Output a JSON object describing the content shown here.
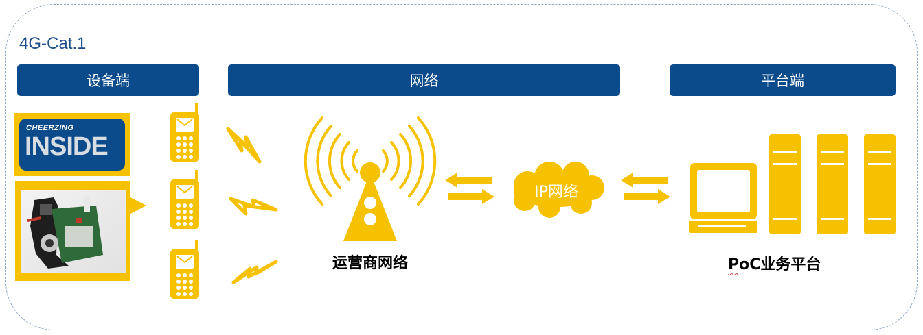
{
  "title": "4G-Cat.1",
  "sections": {
    "device": "设备端",
    "network": "网络",
    "platform": "平台端"
  },
  "logo": {
    "top_text": "CHEERZING",
    "main_text": "INSIDE"
  },
  "carrier_label": "运营商网络",
  "cloud_label": "IP网络",
  "platform_label": {
    "p": "P",
    "rest": "oC业务平台"
  },
  "colors": {
    "accent": "#f6c200",
    "bar": "#0b4a8b",
    "title": "#1f4e8c"
  }
}
